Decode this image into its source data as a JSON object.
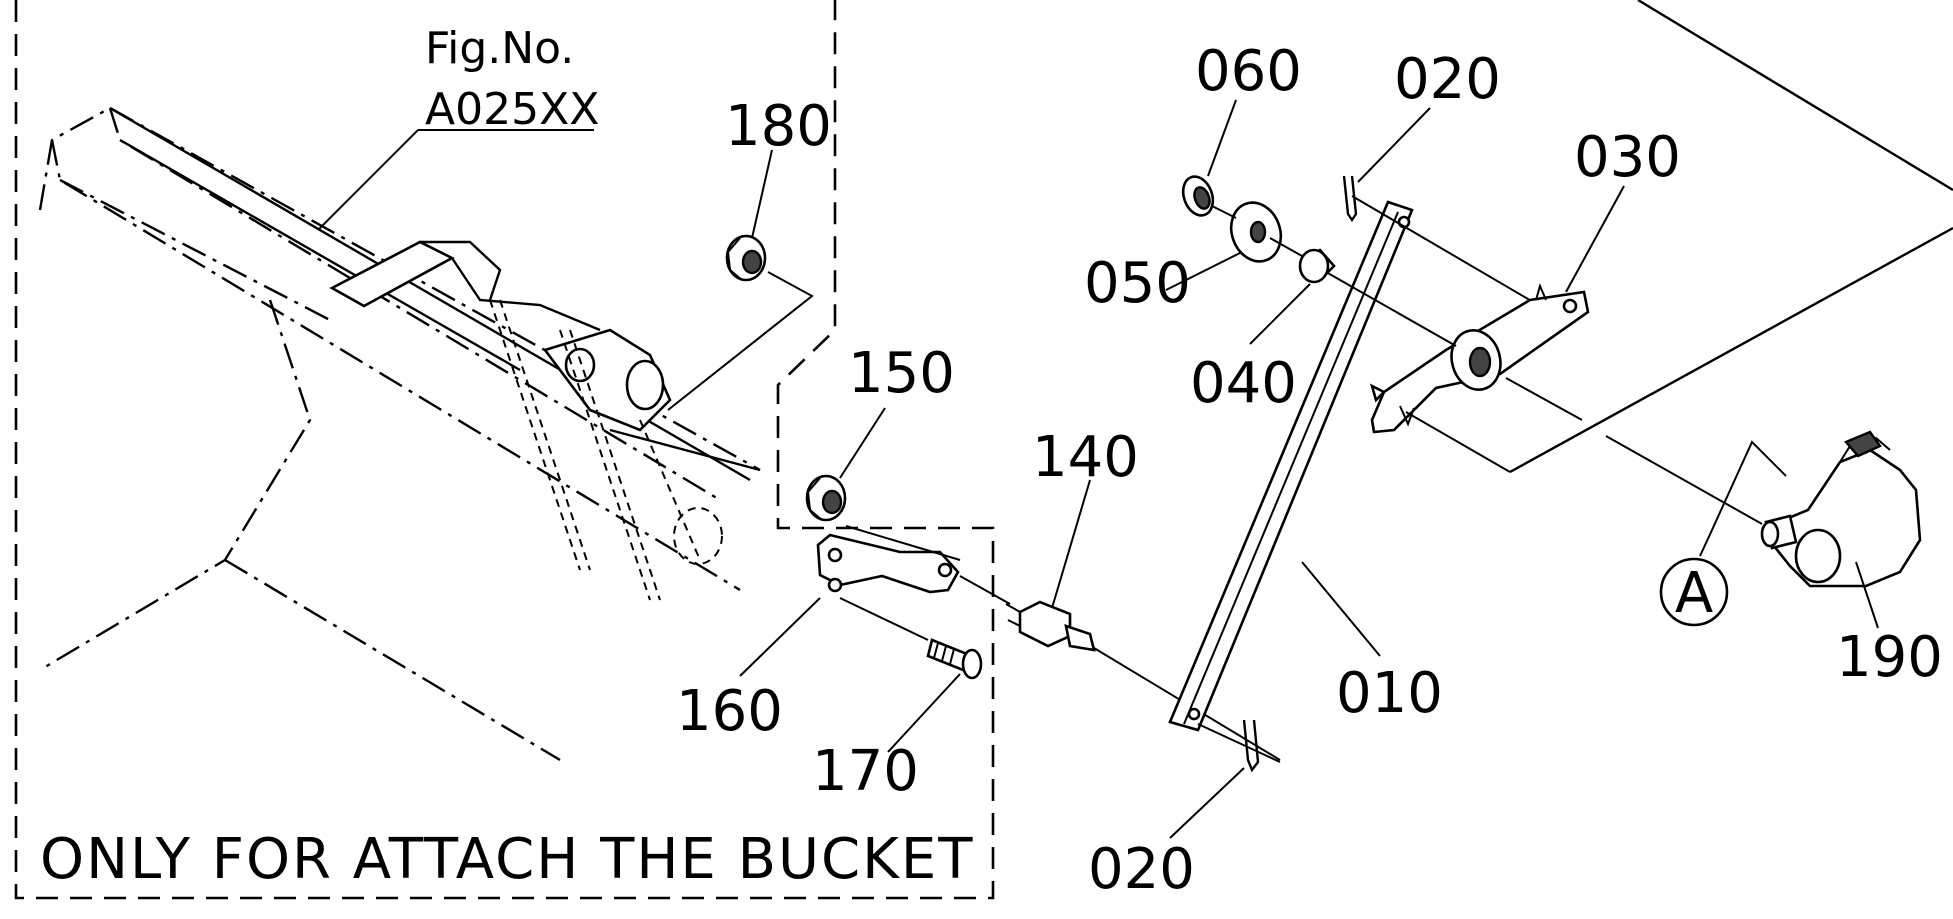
{
  "figure": {
    "fig_label": "Fig.No.",
    "fig_number": "A025XX",
    "caption": "ONLY FOR ATTACH THE BUCKET"
  },
  "callouts": {
    "p060": "060",
    "p020_top": "020",
    "p030": "030",
    "p180": "180",
    "p050": "050",
    "p040": "040",
    "p150": "150",
    "p140": "140",
    "p160": "160",
    "p170": "170",
    "p010": "010",
    "p020_bottom": "020",
    "p190": "190",
    "ref_a": "A"
  }
}
